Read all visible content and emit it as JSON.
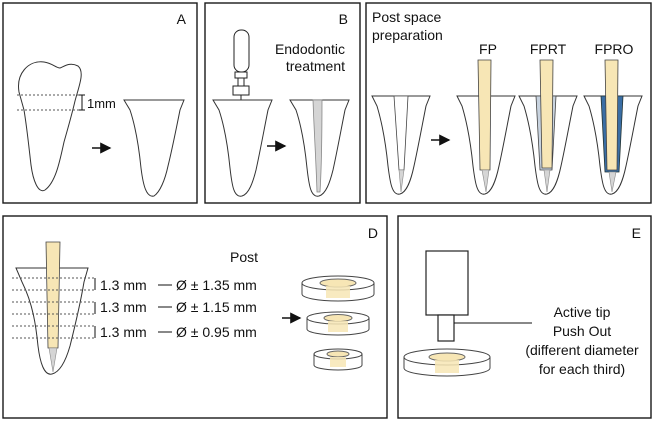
{
  "panels": {
    "a": {
      "letter": "A",
      "measure": "1mm"
    },
    "b": {
      "letter": "B",
      "title_line1": "Endodontic",
      "title_line2": "treatment"
    },
    "c": {
      "title_line1": "Post space",
      "title_line2": "preparation",
      "groups": [
        "FP",
        "FPRT",
        "FPRO"
      ]
    },
    "d": {
      "letter": "D",
      "title": "Post",
      "thirds": [
        {
          "thickness": "1.3 mm",
          "diameter": "Ø ± 1.35 mm"
        },
        {
          "thickness": "1.3 mm",
          "diameter": "Ø ± 1.15 mm"
        },
        {
          "thickness": "1.3 mm",
          "diameter": "Ø ± 0.95 mm"
        }
      ]
    },
    "e": {
      "letter": "E",
      "caption": [
        "Active tip",
        "Push Out",
        "(different diameter",
        "for each third)"
      ]
    }
  },
  "colors": {
    "post": "#f7e6b5",
    "cement": "#d5d5d5",
    "resin_tag": "#3a6ea5",
    "line": "#1a1a1a"
  }
}
